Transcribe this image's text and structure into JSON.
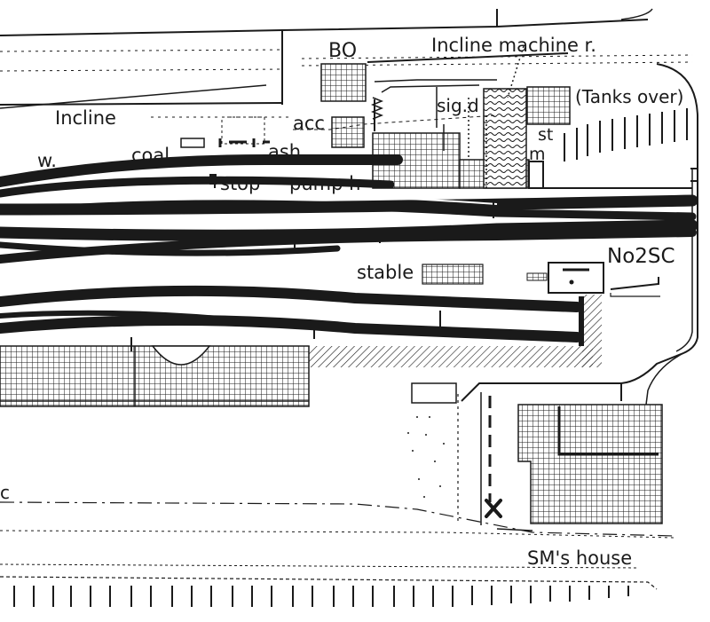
{
  "labels": {
    "bo": "BO",
    "incline_machine": "Incline machine r.",
    "incline": "Incline",
    "sig_d": "sig.d",
    "tanks_over": "(Tanks over)",
    "acc": "acc",
    "coal": "coal",
    "ash": "ash",
    "w": "w.",
    "stop": "stop",
    "pump_h": "pump h",
    "st": "st",
    "m": "m",
    "stable": "stable",
    "no2sc": "No2SC",
    "sm_house": "SM's house",
    "c": "c"
  },
  "colors": {
    "ink": "#1a1a1a",
    "paper": "#ffffff"
  }
}
